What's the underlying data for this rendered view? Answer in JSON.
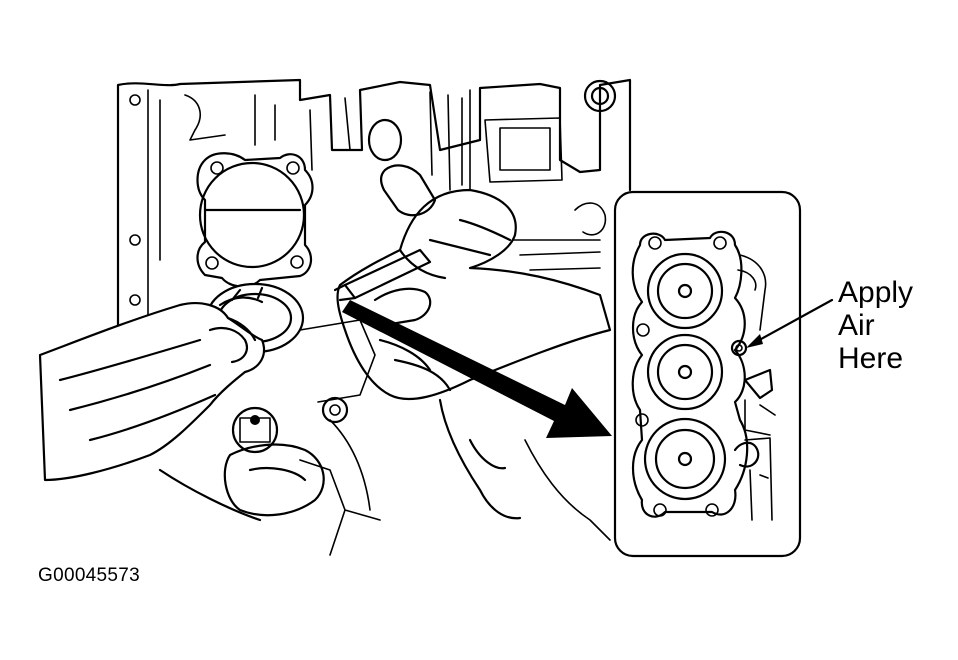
{
  "callout": {
    "line1": "Apply",
    "line2": "Air",
    "line3": "Here"
  },
  "figure_id": "G00045573",
  "colors": {
    "ink": "#000000",
    "paper": "#ffffff"
  }
}
